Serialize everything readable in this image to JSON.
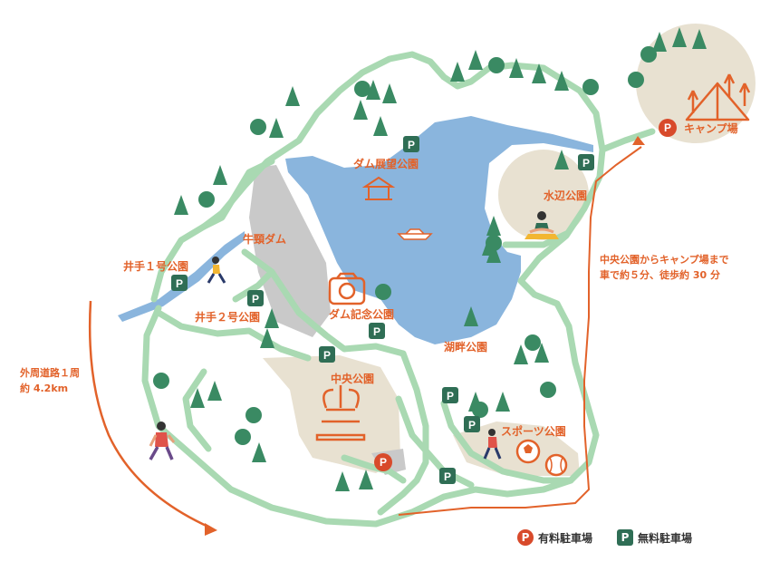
{
  "map": {
    "labels": {
      "camp": "キャンプ場",
      "mizube": "水辺公園",
      "damview": "ダム展望公園",
      "gyuto": "牛頸ダム",
      "ide1": "井手１号公園",
      "ide2": "井手２号公園",
      "dammemorial": "ダム記念公園",
      "kohan": "湖畔公園",
      "chuo": "中央公園",
      "sports": "スポーツ公園"
    },
    "notes": {
      "camp_route_1": "中央公園からキャンプ場まで",
      "camp_route_2": "車で約５分、徒歩約 30 分",
      "loop_1": "外周道路１周",
      "loop_2": "約 4.2km"
    },
    "parking_symbol": "P",
    "legend": {
      "paid": "有料駐車場",
      "free": "無料駐車場"
    },
    "colors": {
      "road": "#a9d9b2",
      "lake": "#8ab5dd",
      "park_area": "#e8e1d1",
      "dam": "#c9c9c9",
      "accent": "#e2622a",
      "tree": "#3a8a63",
      "paid_parking": "#d84a2b",
      "free_parking": "#2f6e55"
    }
  }
}
